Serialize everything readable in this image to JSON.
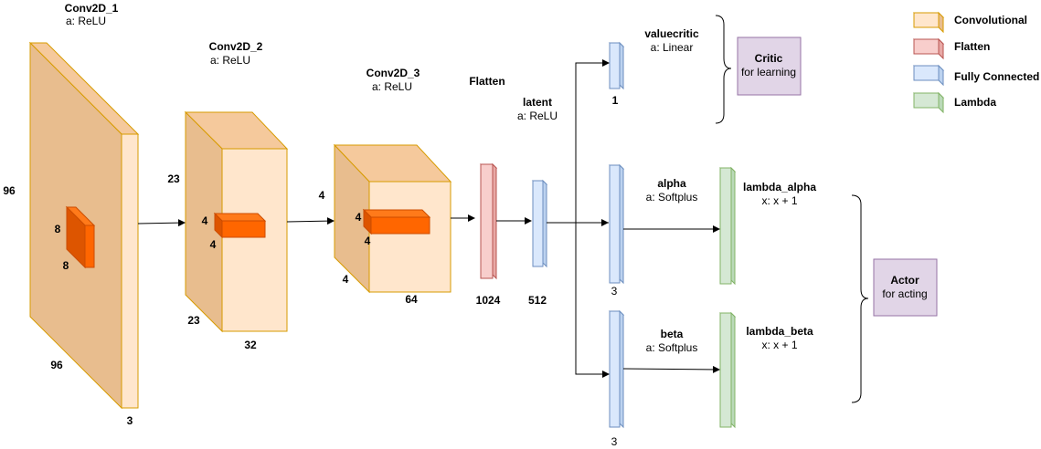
{
  "layers": {
    "conv1": {
      "title": "Conv2D_1",
      "activation": "a: ReLU",
      "height": "96",
      "width": "96",
      "depth": "3",
      "kernel_h": "8",
      "kernel_w": "8"
    },
    "conv2": {
      "title": "Conv2D_2",
      "activation": "a: ReLU",
      "height": "23",
      "width": "23",
      "depth": "32",
      "kernel_h": "4",
      "kernel_w": "4"
    },
    "conv3": {
      "title": "Conv2D_3",
      "activation": "a: ReLU",
      "height": "4",
      "width": "4",
      "depth": "64",
      "kernel_h": "4",
      "kernel_w": "4"
    },
    "flatten": {
      "title": "Flatten",
      "size": "1024"
    },
    "latent": {
      "title": "latent",
      "activation": "a: ReLU",
      "size": "512"
    },
    "valuecritic": {
      "title": "valuecritic",
      "activation": "a: Linear",
      "size": "1"
    },
    "alpha": {
      "title": "alpha",
      "activation": "a: Softplus",
      "size": "3"
    },
    "beta": {
      "title": "beta",
      "activation": "a: Softplus",
      "size": "3"
    },
    "lambda_alpha": {
      "title": "lambda_alpha",
      "expr": "x: x + 1"
    },
    "lambda_beta": {
      "title": "lambda_beta",
      "expr": "x: x + 1"
    }
  },
  "groups": {
    "critic": {
      "title": "Critic",
      "subtitle": "for learning"
    },
    "actor": {
      "title": "Actor",
      "subtitle": "for acting"
    }
  },
  "legend": [
    {
      "label": "Convolutional",
      "color": "#ffe6cc"
    },
    {
      "label": "Flatten",
      "color": "#f8cecc"
    },
    {
      "label": "Fully Connected",
      "color": "#dae8fc"
    },
    {
      "label": "Lambda",
      "color": "#d5e8d4"
    }
  ],
  "colors": {
    "conv_front": "#ffe6cc",
    "conv_side": "#f5c99c",
    "conv_dark": "#e7bf92",
    "conv_stroke": "#d79b00",
    "kernel": "#ff6600",
    "kernel_dark": "#cc4c00",
    "flatten": "#f8cecc",
    "flatten_stroke": "#b85450",
    "fc": "#dae8fc",
    "fc_stroke": "#6c8ebf",
    "lambda": "#d5e8d4",
    "lambda_stroke": "#82b366",
    "group_box": "#e1d5e7",
    "group_stroke": "#9673a6"
  }
}
